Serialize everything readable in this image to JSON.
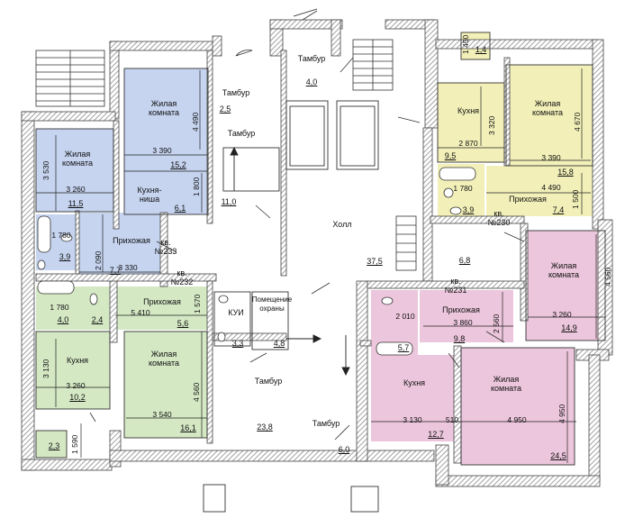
{
  "rooms": {
    "bl_living": {
      "name_line1": "Жилая",
      "name_line2": "комната",
      "dim": "3 390",
      "dim_v": "4 490",
      "area": "15,2"
    },
    "bl_niche": {
      "name_line1": "Кухня-",
      "name_line2": "ниша",
      "dim_v": "1 800",
      "area": "6,1"
    },
    "l_living": {
      "name_line1": "Жилая",
      "name_line2": "комната",
      "dim": "3 260",
      "dim_v": "3 530",
      "area": "11,5"
    },
    "l_bath": {
      "dim": "1 780",
      "area": "3,9"
    },
    "l_hall": {
      "name": "Прихожая",
      "dim": "3 330",
      "dim_v": "2 090",
      "area": "7,7"
    },
    "l_hall2": {
      "name": "Прихожая",
      "dim": "5 410",
      "dim_v": "1 570",
      "area": "5,6"
    },
    "l_bath2": {
      "dim": "1 780",
      "area": "4,0"
    },
    "l_wc": {
      "area": "2,4"
    },
    "l_kitchen": {
      "name": "Кухня",
      "dim": "3 260",
      "dim_v": "3 130",
      "area": "10,2"
    },
    "l_living2": {
      "name_line1": "Жилая",
      "name_line2": "комната",
      "dim": "3 540",
      "dim_v": "4 560",
      "area": "16,1"
    },
    "l_balcony": {
      "dim_v": "1 590",
      "area": "2,3"
    },
    "kui": {
      "name": "КУИ",
      "area": "3,3"
    },
    "guard": {
      "name_line1": "Помещение",
      "name_line2": "охраны",
      "area": "4,8"
    },
    "tambur_top": {
      "name": "Тамбур",
      "area": "4,0"
    },
    "tambur_small": {
      "name": "Тамбур",
      "area": "2,5"
    },
    "tambur_mid": {
      "name": "Тамбур",
      "area": "11,0"
    },
    "tambur_bottom": {
      "name": "Тамбур",
      "area": "23,8"
    },
    "tambur_bottom2": {
      "name": "Тамбур",
      "area": "6,0"
    },
    "hall": {
      "name": "Холл",
      "area": "37,5"
    },
    "hall_small": {
      "area": "6,8"
    },
    "r_kitchen": {
      "name": "Кухня",
      "dim": "2 870",
      "dim_v": "3 320",
      "area": "9,5"
    },
    "r_living": {
      "name_line1": "Жилая",
      "name_line2": "комната",
      "dim": "3 390",
      "dim_v": "4 670",
      "area": "15,8"
    },
    "r_balcony": {
      "dim_v": "1 450",
      "area": "1,4"
    },
    "r_hall": {
      "name": "Прихожая",
      "dim": "4 490",
      "dim_v": "1 500",
      "area": "7,4"
    },
    "r_bath": {
      "dim": "1 780",
      "area": "3,9"
    },
    "r_living2": {
      "name_line1": "Жилая",
      "name_line2": "комната",
      "dim": "3 260",
      "dim_v": "4 560",
      "area": "14,9"
    },
    "p_hall": {
      "name": "Прихожая",
      "dim": "3 860",
      "dim_v": "2 560",
      "area": "9,8"
    },
    "p_bath": {
      "dim": "2 010",
      "area": "5,7"
    },
    "p_kitchen": {
      "name": "Кухня",
      "dim": "3 130",
      "dim2": "510",
      "area": "12,7"
    },
    "p_living": {
      "name_line1": "Жилая",
      "name_line2": "комната",
      "dim": "4 950",
      "dim_v": "4 950",
      "area": "24,5"
    }
  },
  "apartments": {
    "kv233": {
      "line1": "кв.",
      "line2": "№233"
    },
    "kv232": {
      "line1": "кв.",
      "line2": "№232"
    },
    "kv230": {
      "line1": "кв.",
      "line2": "№230"
    },
    "kv231": {
      "line1": "кв.",
      "line2": "№231"
    }
  },
  "colors": {
    "blue": "#c6d4f0",
    "green": "#d4e8c4",
    "yellow": "#f2f0b8",
    "pink": "#ecc6dc",
    "wall": "#555555",
    "hatch": "#9a9a9a"
  }
}
